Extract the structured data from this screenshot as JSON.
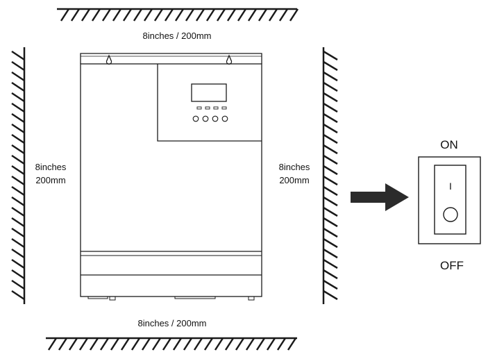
{
  "clearance": {
    "top": "8inches / 200mm",
    "bottom": "8inches / 200mm",
    "left_line1": "8inches",
    "left_line2": "200mm",
    "right_line1": "8inches",
    "right_line2": "200mm"
  },
  "switch": {
    "on_label": "ON",
    "off_label": "OFF",
    "on_symbol": "I"
  },
  "colors": {
    "line": "#1a1a1a",
    "arrow": "#2b2b2b",
    "background": "#ffffff"
  }
}
